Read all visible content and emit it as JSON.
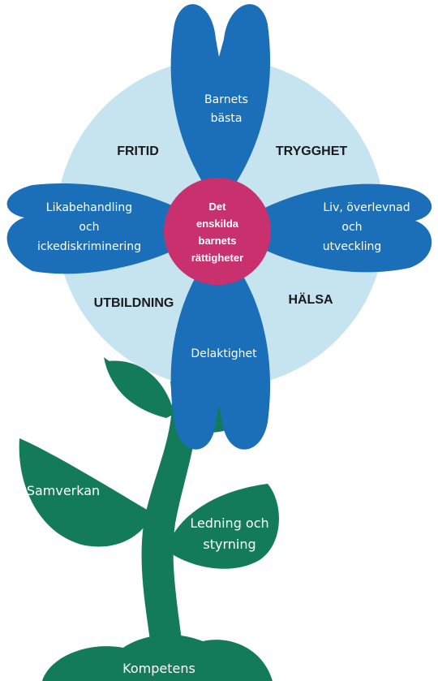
{
  "colors": {
    "circle": "#c6e3f0",
    "petal": "#1b6fb8",
    "center": "#c8306e",
    "leaf": "#137a5a",
    "segment_text": "#1a1a1a",
    "petal_text": "#ffffff"
  },
  "center": {
    "lines": [
      "Det",
      "enskilda",
      "barnets",
      "rättigheter"
    ]
  },
  "segments": {
    "top_left": "FRITID",
    "top_right": "TRYGGHET",
    "bottom_left": "UTBILDNING",
    "bottom_right": "HÄLSA"
  },
  "petals": {
    "top": [
      "Barnets",
      "bästa"
    ],
    "left": [
      "Likabehandling",
      "och",
      "ickediskriminering"
    ],
    "right": [
      "Liv, överlevnad",
      "och",
      "utveckling"
    ],
    "bottom": [
      "Delaktighet"
    ]
  },
  "stem_leaves": {
    "left": "Samverkan",
    "right": [
      "Ledning och",
      "styrning"
    ],
    "root": "Kompetens"
  }
}
